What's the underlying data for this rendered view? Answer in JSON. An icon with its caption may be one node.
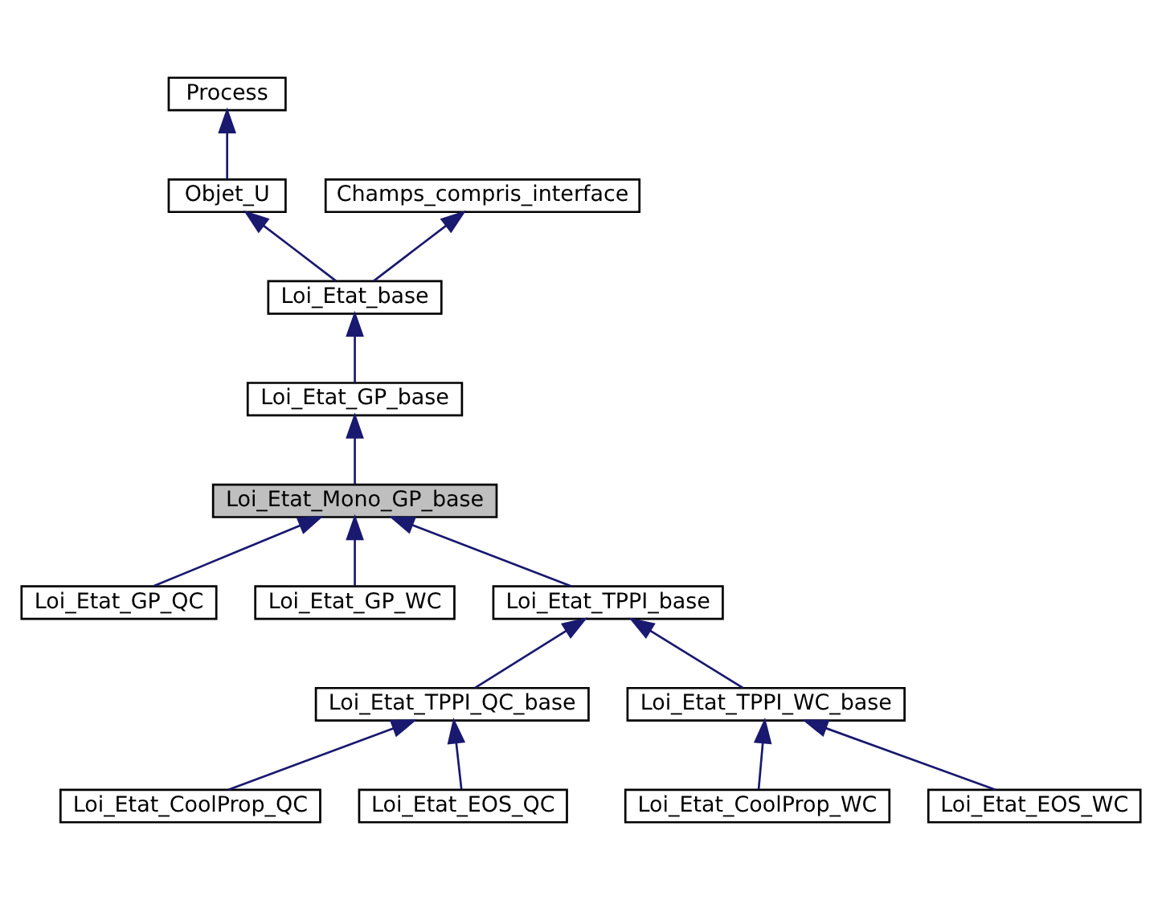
{
  "diagram": {
    "nodes": [
      {
        "text": [
          "Process"
        ]
      },
      {
        "text": [
          "Objet_U"
        ]
      },
      {
        "text": [
          "Champs_compris_interface"
        ]
      },
      {
        "text": [
          "Loi_Etat_base"
        ]
      },
      {
        "text": [
          "Loi_Etat_GP_base"
        ]
      },
      {
        "text": [
          "Loi_Etat_Mono_GP_base"
        ]
      },
      {
        "text": [
          "Loi_Etat_GP_QC"
        ]
      },
      {
        "text": [
          "Loi_Etat_GP_WC"
        ]
      },
      {
        "text": [
          "Loi_Etat_TPPI_base"
        ]
      },
      {
        "text": [
          "Loi_Etat_TPPI_QC_base"
        ]
      },
      {
        "text": [
          "Loi_Etat_TPPI_WC_base"
        ]
      },
      {
        "text": [
          "Loi_Etat_CoolProp_QC"
        ]
      },
      {
        "text": [
          "Loi_Etat_EOS_QC"
        ]
      },
      {
        "text": [
          "Loi_Etat_CoolProp_WC"
        ]
      },
      {
        "text": [
          "Loi_Etat_EOS_WC"
        ]
      }
    ],
    "edges": [
      {
        "from": 1,
        "to": 0,
        "arrow": "to"
      },
      {
        "from": 3,
        "to": 1,
        "arrow": "to"
      },
      {
        "from": 3,
        "to": 2,
        "arrow": "to"
      },
      {
        "from": 4,
        "to": 3,
        "arrow": "to"
      },
      {
        "from": 5,
        "to": 4,
        "arrow": "to"
      },
      {
        "from": 6,
        "to": 5,
        "arrow": "to"
      },
      {
        "from": 7,
        "to": 5,
        "arrow": "to"
      },
      {
        "from": 8,
        "to": 5,
        "arrow": "to"
      },
      {
        "from": 9,
        "to": 8,
        "arrow": "to"
      },
      {
        "from": 10,
        "to": 8,
        "arrow": "to"
      },
      {
        "from": 11,
        "to": 9,
        "arrow": "to"
      },
      {
        "from": 12,
        "to": 9,
        "arrow": "to"
      },
      {
        "from": 13,
        "to": 10,
        "arrow": "to"
      },
      {
        "from": 14,
        "to": 10,
        "arrow": "to"
      }
    ]
  }
}
